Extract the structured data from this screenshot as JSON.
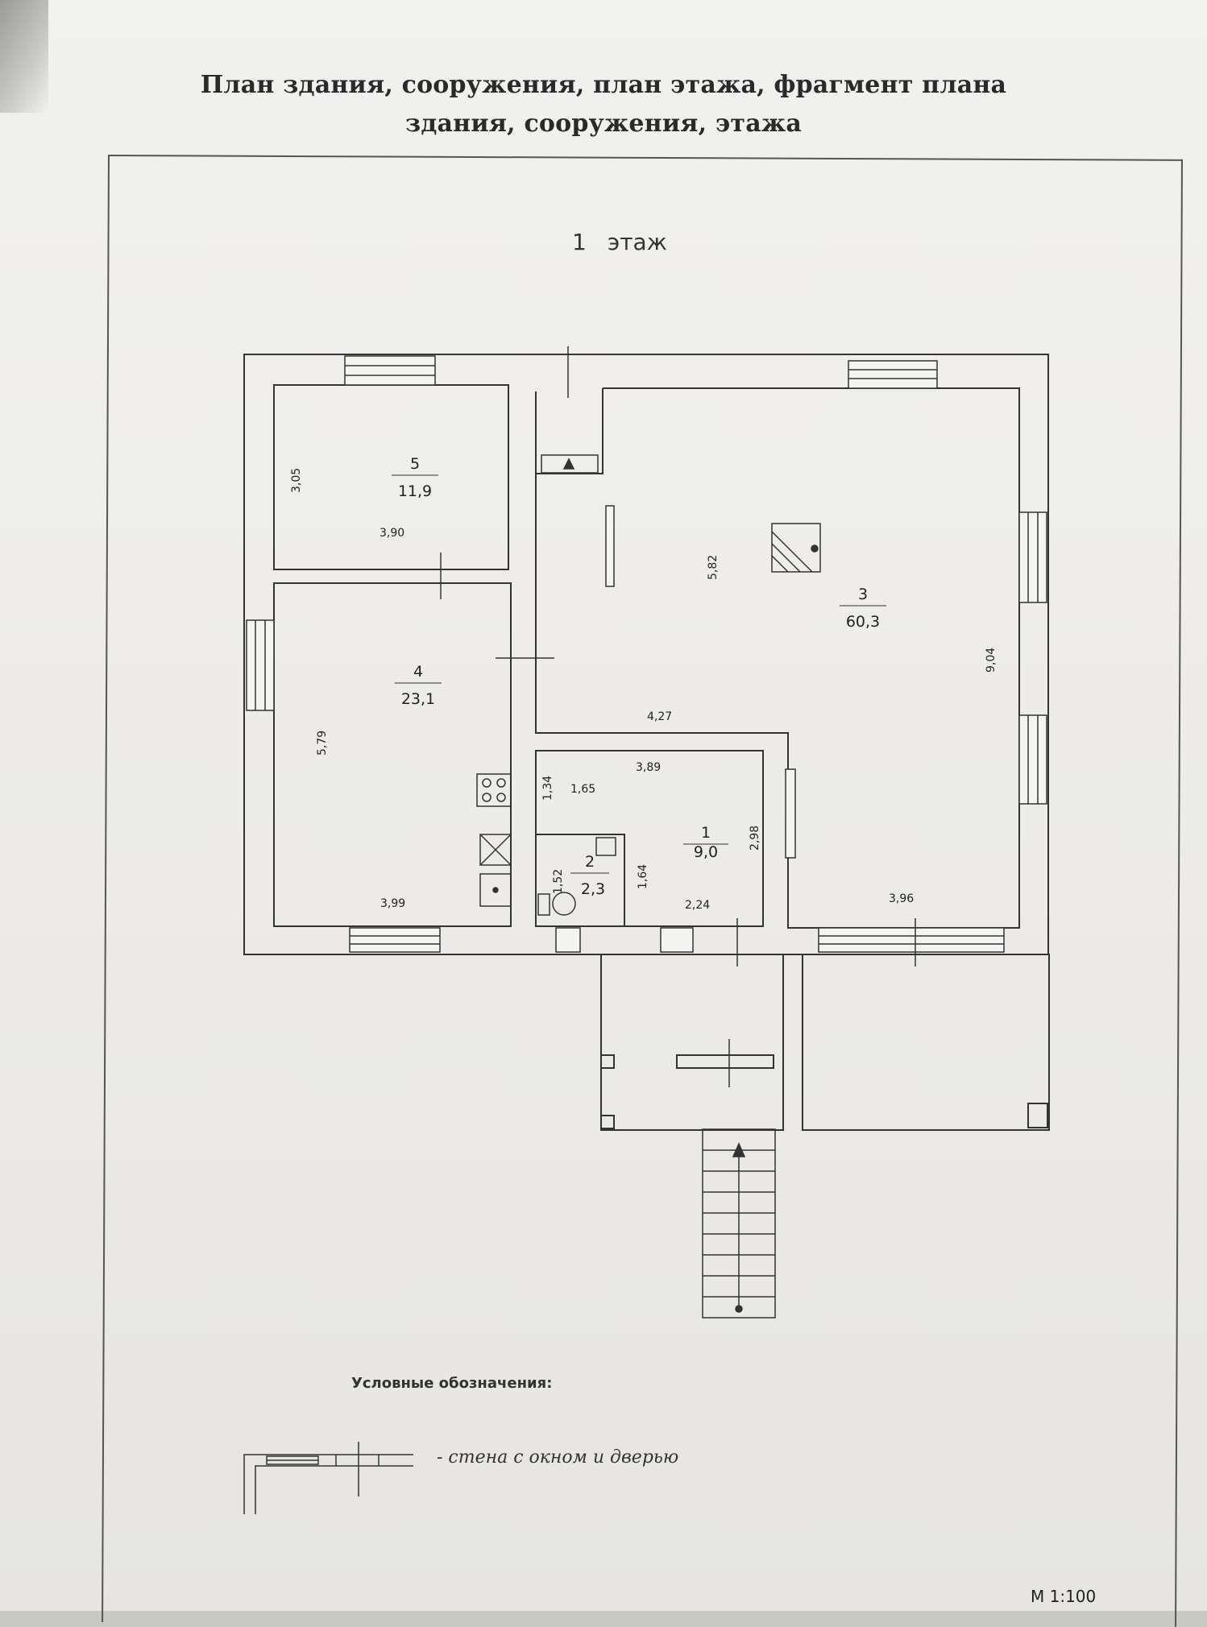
{
  "document": {
    "title_line_1": "План здания, сооружения, план этажа, фрагмент плана",
    "title_line_2": "здания, сооружения, этажа",
    "floor_number": "1",
    "floor_word": "этаж",
    "scale": "М 1:100"
  },
  "rooms": [
    {
      "number": "5",
      "area": "11,9"
    },
    {
      "number": "4",
      "area": "23,1"
    },
    {
      "number": "3",
      "area": "60,3"
    },
    {
      "number": "1",
      "area": "9,0"
    },
    {
      "number": "2",
      "area": "2,3"
    }
  ],
  "dimensions": {
    "room5_height": "3,05",
    "room5_width": "3,90",
    "room4_height": "5,79",
    "room4_width": "3,99",
    "room3_inner": "5,82",
    "room3_height": "9,04",
    "room3_mid": "4,27",
    "room3_bottom": "3,96",
    "room1_top": "3,89",
    "room1_height": "2,98",
    "room1_bottom": "2,24",
    "corridor_height": "1,34",
    "corridor_width": "1,65",
    "room2_left": "1,52",
    "room2_right": "1,64"
  },
  "legend": {
    "title": "Условные обозначения:",
    "wall_with_window_and_door": "- стена с окном и дверью"
  },
  "colors": {
    "paper": "#ecebe8",
    "ink": "#2a2a2a",
    "watermark": "#b8b8b8"
  }
}
